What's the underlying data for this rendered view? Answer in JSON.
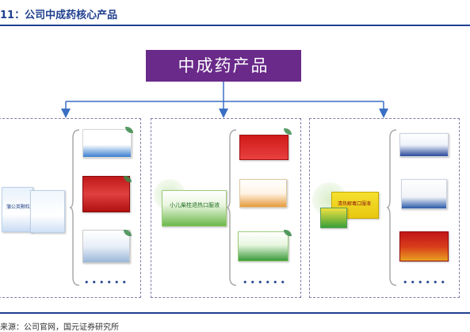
{
  "header": {
    "title": "11：公司中成药核心产品"
  },
  "diagram": {
    "root_label": "中成药产品",
    "group_count": 3
  },
  "product_labels": {
    "p1": "蒲公英颗粒",
    "p2": "小儿柴桂退热口服液",
    "p3": "清热解毒口服液"
  },
  "more_indicator": "••••••",
  "footer": {
    "source": "来源：公司官网，国元证券研究所"
  },
  "colors": {
    "accent": "#1f3f8f",
    "root_fill": "#6a2a8a",
    "connector": "#3a6fc4"
  }
}
